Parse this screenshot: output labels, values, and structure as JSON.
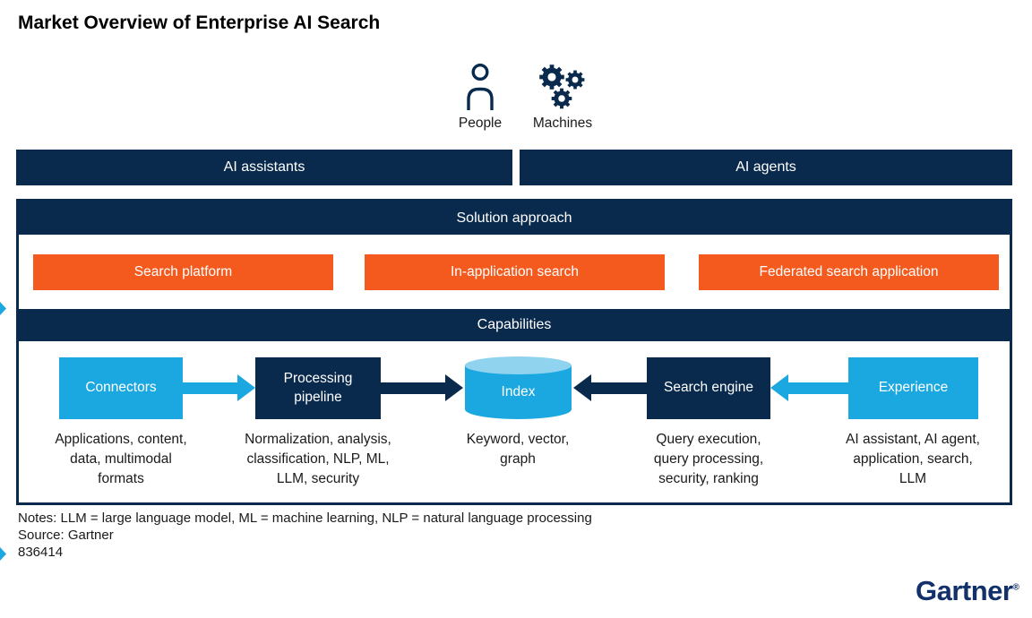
{
  "title": "Market Overview of Enterprise AI Search",
  "actors": {
    "people": {
      "label": "People",
      "icon": "person-icon"
    },
    "machines": {
      "label": "Machines",
      "icon": "gears-icon"
    }
  },
  "bars": {
    "ai_assistants": {
      "label": "AI assistants"
    },
    "ai_agents": {
      "label": "AI agents"
    }
  },
  "solution_approach": {
    "header": "Solution approach",
    "options": [
      {
        "label": "Search platform"
      },
      {
        "label": "In-application search"
      },
      {
        "label": "Federated search application"
      }
    ]
  },
  "capabilities": {
    "header": "Capabilities",
    "stages": [
      {
        "name": "Connectors",
        "color": "lightblue",
        "description": "Applications, content, data, multimodal formats"
      },
      {
        "name": "Processing pipeline",
        "color": "navy",
        "description": "Normalization, analysis, classification, NLP, ML, LLM, security"
      },
      {
        "name": "Index",
        "color": "lightblue",
        "shape": "cylinder",
        "description": "Keyword, vector, graph"
      },
      {
        "name": "Search engine",
        "color": "navy",
        "description": "Query execution, query processing, security, ranking"
      },
      {
        "name": "Experience",
        "color": "lightblue",
        "description": "AI assistant, AI agent, application, search, LLM"
      }
    ],
    "flow": [
      {
        "from": "Connectors",
        "to": "Processing pipeline",
        "direction": "right",
        "color": "lightblue"
      },
      {
        "from": "Processing pipeline",
        "to": "Index",
        "direction": "right",
        "color": "navy"
      },
      {
        "from": "Search engine",
        "to": "Index",
        "direction": "left",
        "color": "navy"
      },
      {
        "from": "Experience",
        "to": "Search engine",
        "direction": "left",
        "color": "lightblue"
      }
    ]
  },
  "footer": {
    "notes": "Notes: LLM = large language model, ML = machine learning, NLP = natural language processing",
    "source": "Source: Gartner",
    "doc_id": "836414",
    "logo": "Gartner",
    "logo_reg": "®"
  },
  "colors": {
    "navy": "#0a2a4d",
    "orange": "#f45a1d",
    "lightblue": "#1ba8e0",
    "lightblue_top": "#8fd3ef",
    "logo_navy": "#12316b",
    "text": "#1a1a1a"
  }
}
